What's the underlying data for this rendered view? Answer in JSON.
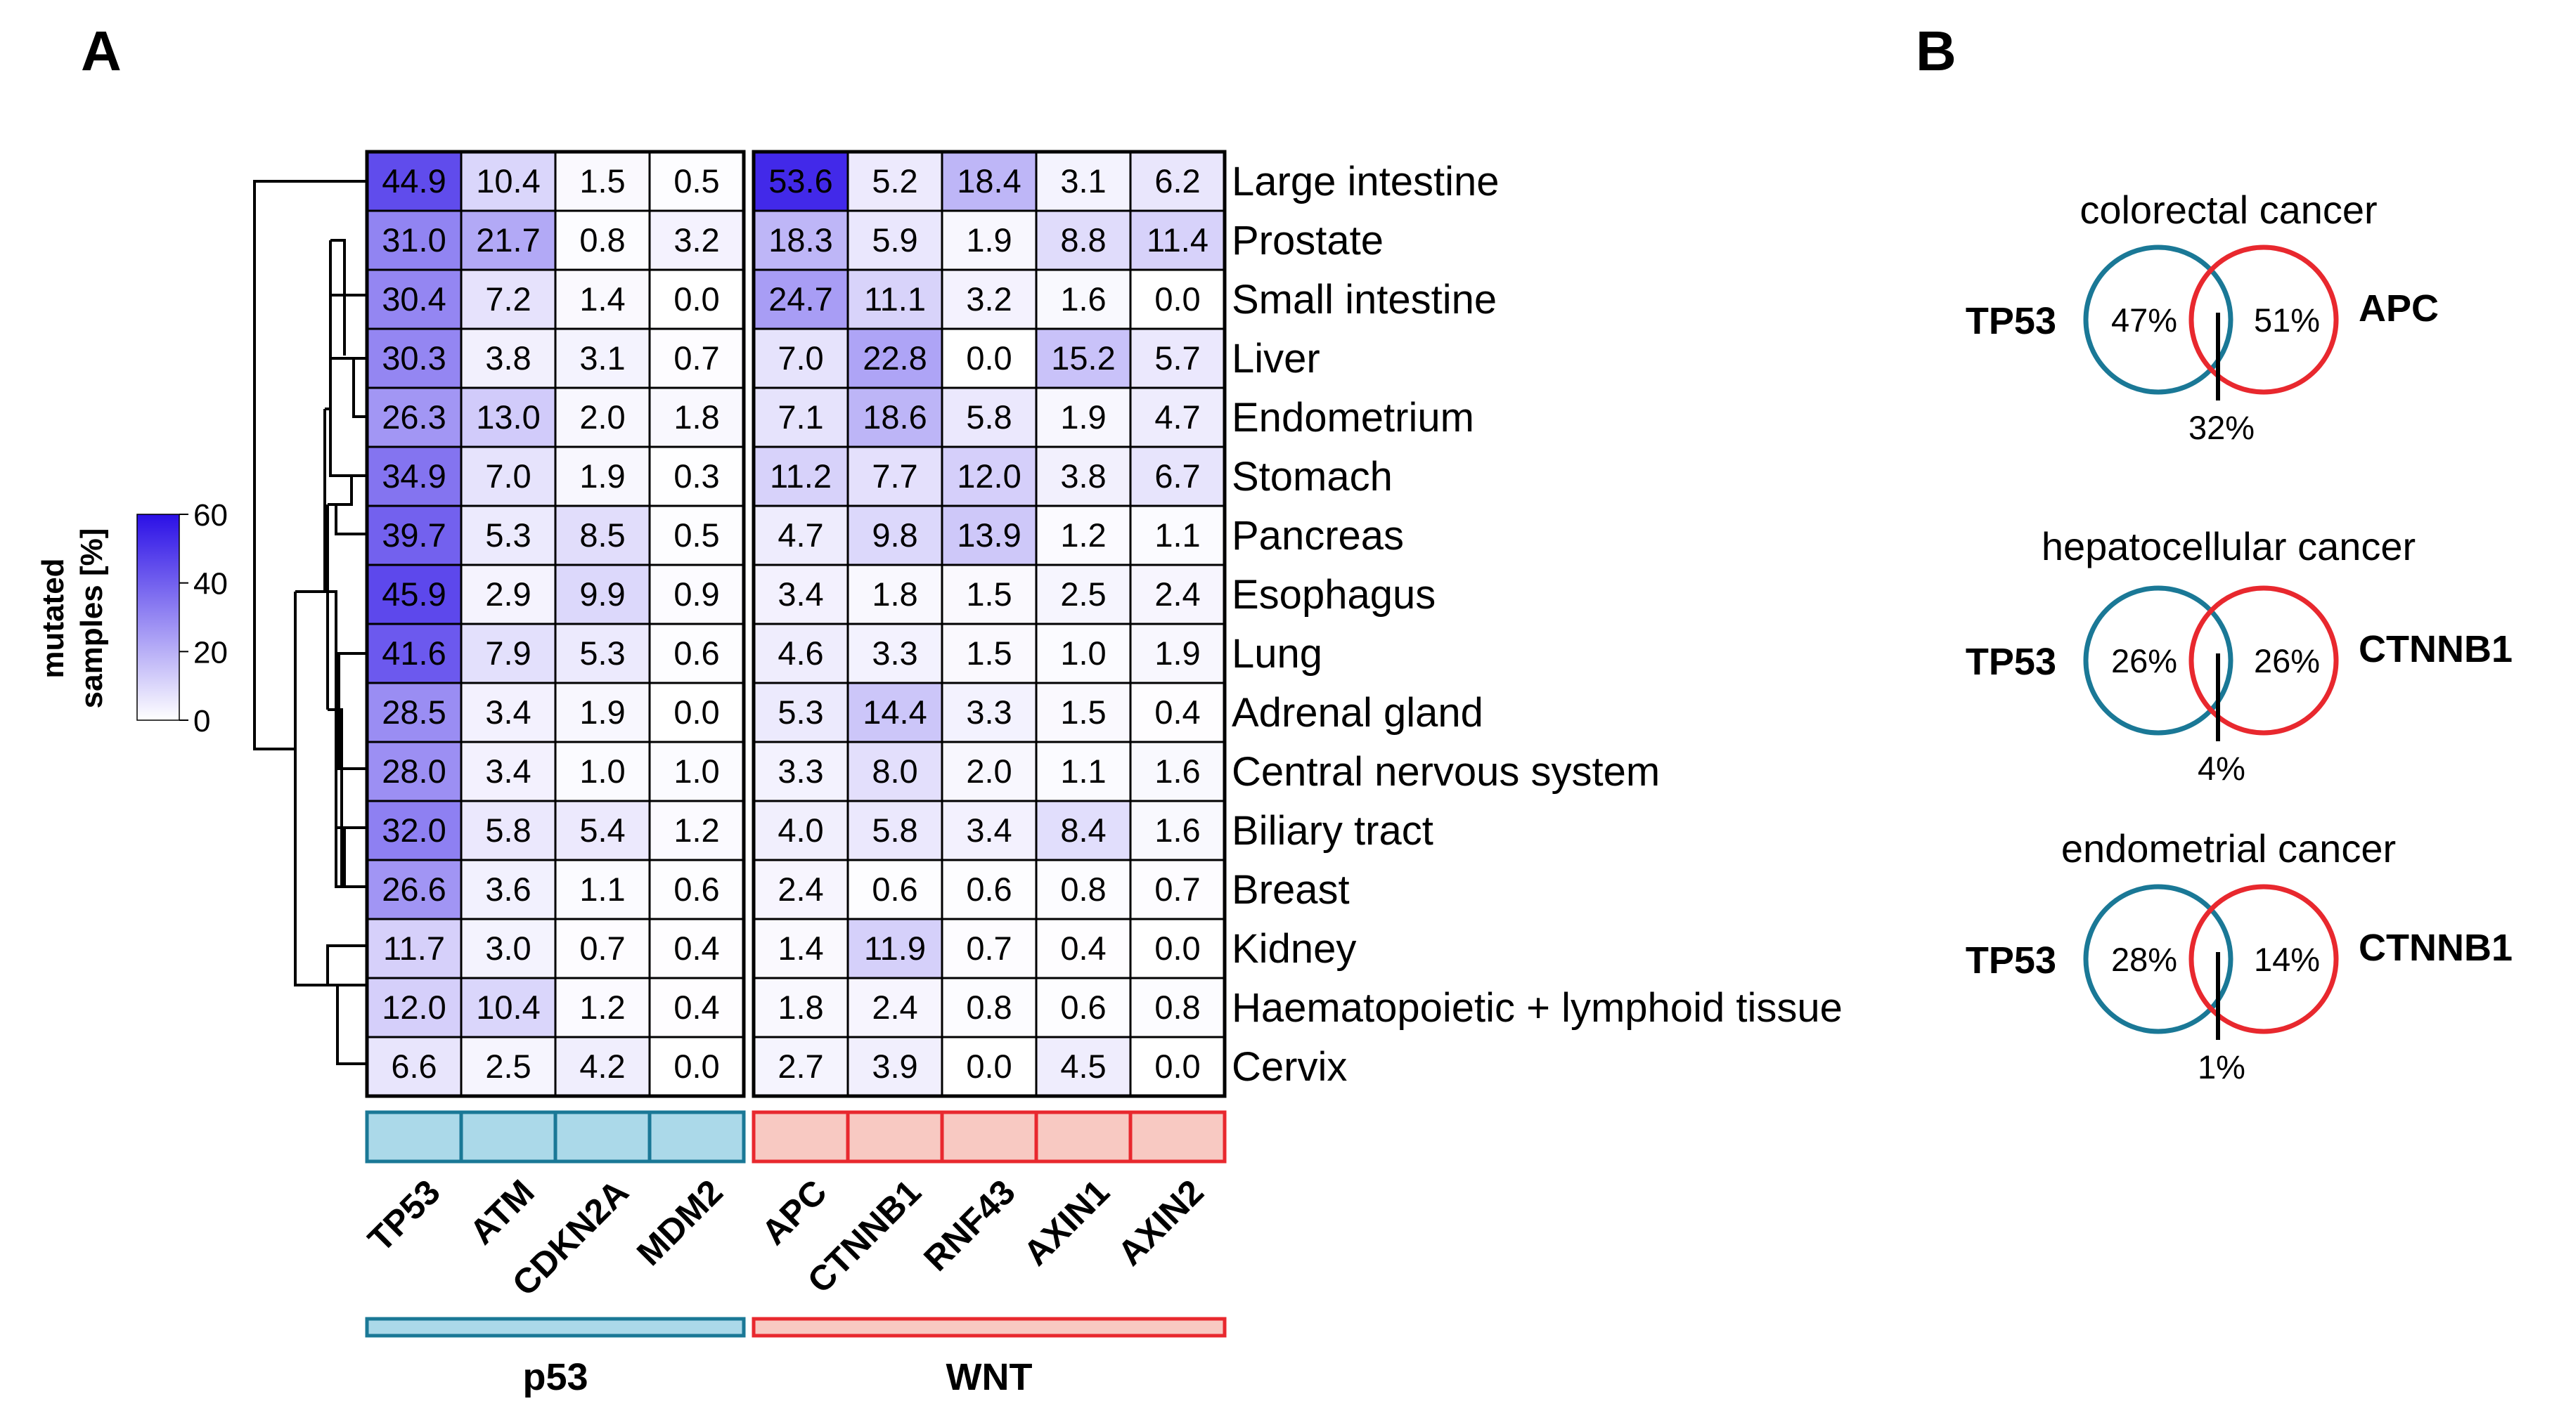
{
  "panels": {
    "a": "A",
    "b": "B"
  },
  "chart_data": [
    {
      "type": "heatmap",
      "legend_title": [
        "mutated",
        "samples [%]"
      ],
      "legend_ticks": [
        0,
        20,
        40,
        60
      ],
      "color_range": [
        0,
        60
      ],
      "colors": {
        "low": "#ffffff",
        "high": "#2b10e6",
        "p53": "#1a7896",
        "p53_fill": "#abd9e9",
        "wnt": "#e8282e",
        "wnt_fill": "#f8c9c2"
      },
      "columns": [
        "TP53",
        "ATM",
        "CDKN2A",
        "MDM2",
        "APC",
        "CTNNB1",
        "RNF43",
        "AXIN1",
        "AXIN2"
      ],
      "groups": [
        {
          "name": "p53",
          "columns": [
            "TP53",
            "ATM",
            "CDKN2A",
            "MDM2"
          ]
        },
        {
          "name": "WNT",
          "columns": [
            "APC",
            "CTNNB1",
            "RNF43",
            "AXIN1",
            "AXIN2"
          ]
        }
      ],
      "rows": [
        "Large intestine",
        "Prostate",
        "Small intestine",
        "Liver",
        "Endometrium",
        "Stomach",
        "Pancreas",
        "Esophagus",
        "Lung",
        "Adrenal gland",
        "Central nervous system",
        "Biliary tract",
        "Breast",
        "Kidney",
        "Haematopoietic + lymphoid tissue",
        "Cervix"
      ],
      "values": [
        [
          "44.9",
          "10.4",
          "1.5",
          "0.5",
          "53.6",
          "5.2",
          "18.4",
          "3.1",
          "6.2"
        ],
        [
          "31.0",
          "21.7",
          "0.8",
          "3.2",
          "18.3",
          "5.9",
          "1.9",
          "8.8",
          "11.4"
        ],
        [
          "30.4",
          "7.2",
          "1.4",
          "0.0",
          "24.7",
          "11.1",
          "3.2",
          "1.6",
          "0.0"
        ],
        [
          "30.3",
          "3.8",
          "3.1",
          "0.7",
          "7.0",
          "22.8",
          "0.0",
          "15.2",
          "5.7"
        ],
        [
          "26.3",
          "13.0",
          "2.0",
          "1.8",
          "7.1",
          "18.6",
          "5.8",
          "1.9",
          "4.7"
        ],
        [
          "34.9",
          "7.0",
          "1.9",
          "0.3",
          "11.2",
          "7.7",
          "12.0",
          "3.8",
          "6.7"
        ],
        [
          "39.7",
          "5.3",
          "8.5",
          "0.5",
          "4.7",
          "9.8",
          "13.9",
          "1.2",
          "1.1"
        ],
        [
          "45.9",
          "2.9",
          "9.9",
          "0.9",
          "3.4",
          "1.8",
          "1.5",
          "2.5",
          "2.4"
        ],
        [
          "41.6",
          "7.9",
          "5.3",
          "0.6",
          "4.6",
          "3.3",
          "1.5",
          "1.0",
          "1.9"
        ],
        [
          "28.5",
          "3.4",
          "1.9",
          "0.0",
          "5.3",
          "14.4",
          "3.3",
          "1.5",
          "0.4"
        ],
        [
          "28.0",
          "3.4",
          "1.0",
          "1.0",
          "3.3",
          "8.0",
          "2.0",
          "1.1",
          "1.6"
        ],
        [
          "32.0",
          "5.8",
          "5.4",
          "1.2",
          "4.0",
          "5.8",
          "3.4",
          "8.4",
          "1.6"
        ],
        [
          "26.6",
          "3.6",
          "1.1",
          "0.6",
          "2.4",
          "0.6",
          "0.6",
          "0.8",
          "0.7"
        ],
        [
          "11.7",
          "3.0",
          "0.7",
          "0.4",
          "1.4",
          "11.9",
          "0.7",
          "0.4",
          "0.0"
        ],
        [
          "12.0",
          "10.4",
          "1.2",
          "0.4",
          "1.8",
          "2.4",
          "0.8",
          "0.6",
          "0.8"
        ],
        [
          "6.6",
          "2.5",
          "4.2",
          "0.0",
          "2.7",
          "3.9",
          "0.0",
          "4.5",
          "0.0"
        ]
      ]
    },
    {
      "type": "venn",
      "diagrams": [
        {
          "title": "colorectal cancer",
          "left": "TP53",
          "right": "APC",
          "left_pct": "47%",
          "right_pct": "51%",
          "overlap_pct": "32%"
        },
        {
          "title": "hepatocellular cancer",
          "left": "TP53",
          "right": "CTNNB1",
          "left_pct": "26%",
          "right_pct": "26%",
          "overlap_pct": "4%"
        },
        {
          "title": "endometrial cancer",
          "left": "TP53",
          "right": "CTNNB1",
          "left_pct": "28%",
          "right_pct": "14%",
          "overlap_pct": "1%"
        }
      ]
    }
  ]
}
